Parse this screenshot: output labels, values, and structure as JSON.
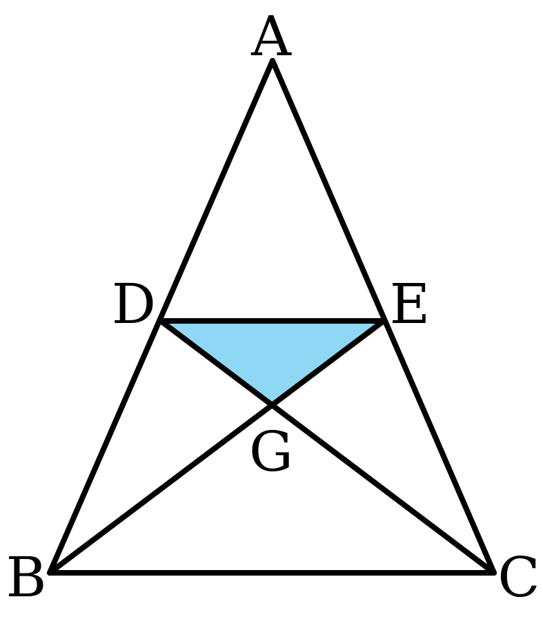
{
  "labels": {
    "A": "A",
    "B": "B",
    "C": "C",
    "D": "D",
    "E": "E",
    "G": "G"
  },
  "colors": {
    "stroke": "#000000",
    "shaded_fill": "#8fd8f5",
    "background": "#ffffff"
  }
}
